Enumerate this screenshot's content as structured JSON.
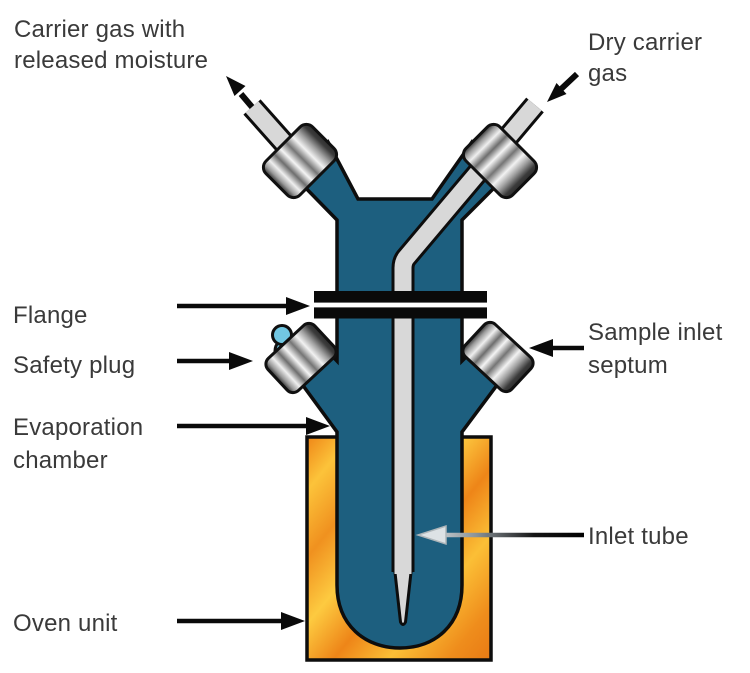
{
  "diagram": {
    "labels": {
      "carrier_gas_out": "Carrier gas with\nreleased moisture",
      "dry_carrier_gas": "Dry carrier\ngas",
      "flange": "Flange",
      "safety_plug": "Safety plug",
      "evaporation_chamber": "Evaporation\nchamber",
      "oven_unit": "Oven unit",
      "sample_inlet_septum": "Sample inlet\nseptum",
      "inlet_tube": "Inlet tube"
    },
    "colors": {
      "vessel_blue": "#1d5f7f",
      "tube_gray": "#d8d8d8",
      "safety_ball_blue": "#72c7e2",
      "oven_orange": "#ef8617",
      "oven_orange_light": "#fcc53c",
      "metal_dark": "#2f2f2f",
      "metal_light": "#f2f2f2",
      "outline_black": "#0d0d0d",
      "text_color": "#3a3a3a"
    }
  }
}
